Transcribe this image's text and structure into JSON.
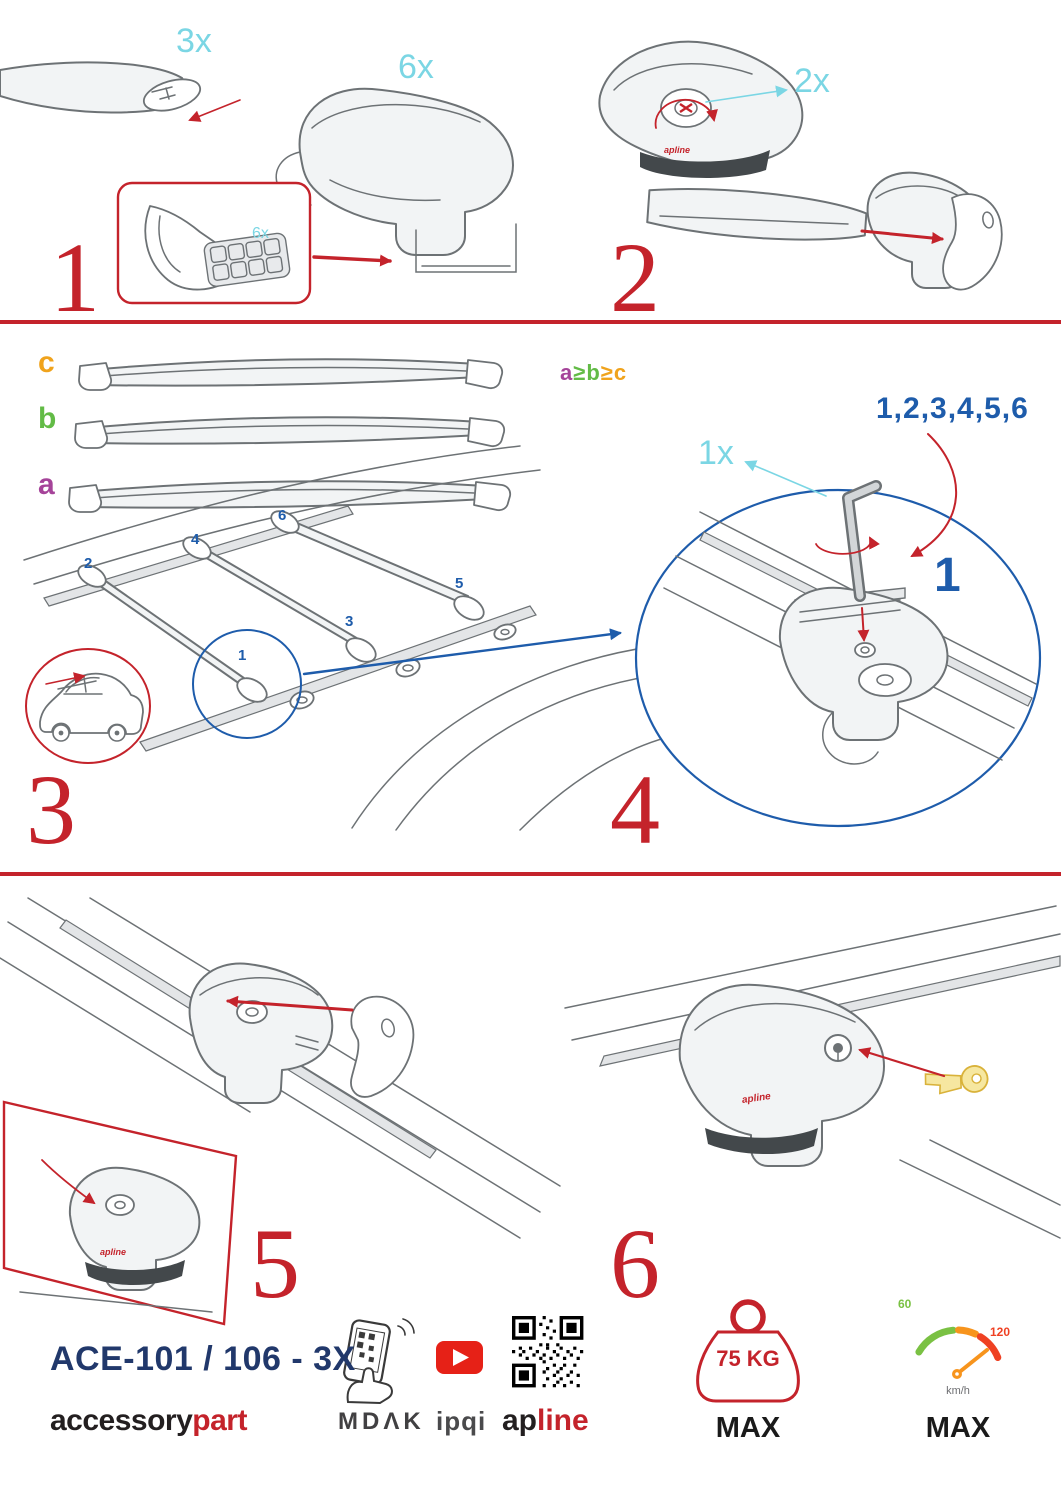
{
  "colors": {
    "red": "#c4232b",
    "cyan": "#7bd6e4",
    "blue": "#1e5cab",
    "navy": "#21386b",
    "orange": "#f0a31c",
    "green": "#62bb46",
    "purple": "#a54399"
  },
  "steps": {
    "s1": {
      "number": "1",
      "bar_qty": "3x",
      "foot_qty": "6x",
      "pad_qty": "6x"
    },
    "s2": {
      "number": "2",
      "knob_qty": "2x"
    },
    "s3": {
      "number": "3",
      "bar_labels": {
        "a": "a",
        "b": "b",
        "c": "c"
      },
      "size_rule": {
        "a": "a",
        "gte1": "≥",
        "b": "b",
        "gte2": "≥",
        "c": "c"
      },
      "positions": [
        "1",
        "2",
        "3",
        "4",
        "5",
        "6"
      ]
    },
    "s4": {
      "number": "4",
      "sequence": "1,2,3,4,5,6",
      "tool_qty": "1x",
      "step_one": "1"
    },
    "s5": {
      "number": "5"
    },
    "s6": {
      "number": "6"
    }
  },
  "brand": {
    "apline_small": "apline"
  },
  "footer": {
    "model": "ACE-101 / 106 - 3X",
    "accessory": "accessory",
    "part": "part",
    "mdak": "MDΛK",
    "ipqi": "ipqi",
    "apline_ap": "ap",
    "apline_line": "line",
    "weight_limit": "75 KG",
    "weight_max": "MAX",
    "speed_60": "60",
    "speed_120": "120",
    "speed_unit": "km/h",
    "speed_max": "MAX"
  }
}
